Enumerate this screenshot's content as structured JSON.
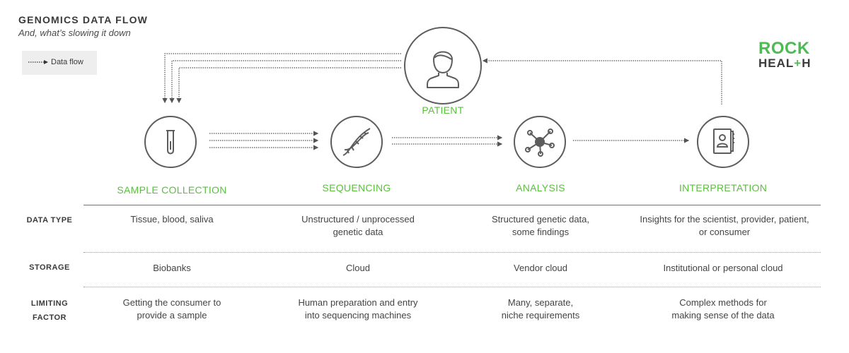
{
  "title": "GENOMICS DATA FLOW",
  "subtitle": "And, what’s slowing it down",
  "legend": {
    "label": "Data flow"
  },
  "logo": {
    "line1": "ROCK",
    "line2_pre": "HEAL",
    "line2_plus": "+",
    "line2_post": "H"
  },
  "patient": {
    "label": "PATIENT",
    "icon": "person-icon"
  },
  "stages": [
    {
      "label": "SAMPLE COLLECTION",
      "icon": "test-tube-icon"
    },
    {
      "label": "SEQUENCING",
      "icon": "dna-icon"
    },
    {
      "label": "ANALYSIS",
      "icon": "network-icon"
    },
    {
      "label": "INTERPRETATION",
      "icon": "report-icon"
    }
  ],
  "rows": [
    {
      "label": "DATA TYPE",
      "cells": [
        [
          "Tissue, blood, saliva"
        ],
        [
          "Unstructured / unprocessed",
          "genetic data"
        ],
        [
          "Structured genetic data,",
          "some findings"
        ],
        [
          "Insights for the scientist, provider, patient,",
          "or consumer"
        ]
      ]
    },
    {
      "label": "STORAGE",
      "cells": [
        [
          "Biobanks"
        ],
        [
          "Cloud"
        ],
        [
          "Vendor cloud"
        ],
        [
          "Institutional or personal cloud"
        ]
      ]
    },
    {
      "label_lines": [
        "LIMITING",
        "FACTOR"
      ],
      "cells": [
        [
          "Getting the consumer to",
          "provide a sample"
        ],
        [
          "Human preparation and entry",
          "into sequencing machines"
        ],
        [
          "Many, separate,",
          "niche requirements"
        ],
        [
          "Complex methods for",
          "making sense of the data"
        ]
      ]
    }
  ],
  "colors": {
    "accent": "#5bbf3e",
    "stroke": "#5d5d5d",
    "arrow": "#555555"
  }
}
